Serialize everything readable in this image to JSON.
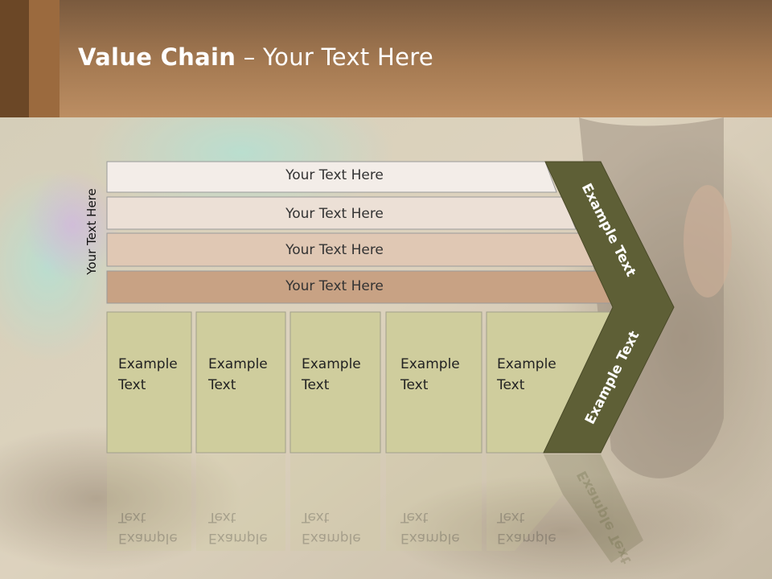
{
  "title": {
    "bold": "Value Chain",
    "rest": " – Your Text Here"
  },
  "side_label": "Your Text Here",
  "bands": [
    {
      "label": "Your Text Here",
      "color": "#f3ede8"
    },
    {
      "label": "Your Text Here",
      "color": "#ece0d6"
    },
    {
      "label": "Your Text Here",
      "color": "#e0c8b4"
    },
    {
      "label": "Your Text Here",
      "color": "#c8a284"
    }
  ],
  "cells": [
    {
      "line1": "Example",
      "line2": "Text"
    },
    {
      "line1": "Example",
      "line2": "Text"
    },
    {
      "line1": "Example",
      "line2": "Text"
    },
    {
      "line1": "Example",
      "line2": "Text"
    },
    {
      "line1": "Example",
      "line2": "Text"
    }
  ],
  "chevron": {
    "top_label": "Example Text",
    "bottom_label": "Example Text",
    "color": "#5e5f36"
  },
  "colors": {
    "cell_fill": "#cfcd9d",
    "header": "#a57a52"
  }
}
